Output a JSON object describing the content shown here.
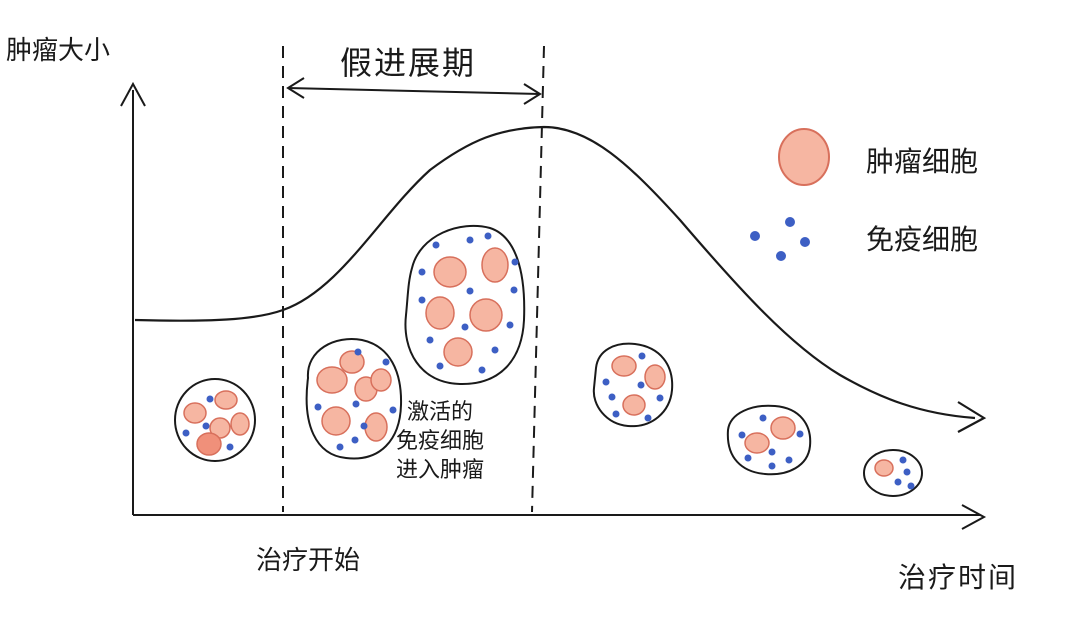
{
  "labels": {
    "y_axis": "肿瘤大小",
    "x_axis": "治疗时间",
    "pseudoprogression": "假进展期",
    "treatment_start": "治疗开始",
    "legend_tumor": "肿瘤细胞",
    "legend_immune": "免疫细胞",
    "activated_line1": "激活的",
    "activated_line2": "免疫细胞",
    "activated_line3": "进入肿瘤"
  },
  "colors": {
    "ink": "#1a1a1a",
    "tumor_fill": "#f6b6a2",
    "tumor_stroke": "#d8705c",
    "immune": "#3d5fc4"
  }
}
